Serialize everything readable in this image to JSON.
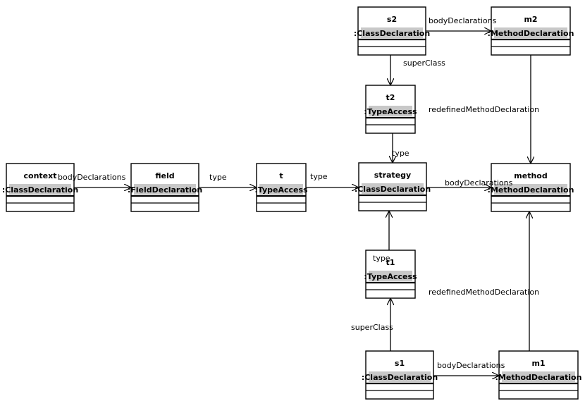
{
  "nodes": [
    {
      "id": "s2",
      "name": "s2",
      "type": ":ClassDeclaration"
    },
    {
      "id": "m2",
      "name": "m2",
      "type": ":MethodDeclaration"
    },
    {
      "id": "t2",
      "name": "t2",
      "type": ":TypeAccess"
    },
    {
      "id": "context",
      "name": "context",
      "type": ":ClassDeclaration"
    },
    {
      "id": "field",
      "name": "field",
      "type": ":FieldDeclaration"
    },
    {
      "id": "t",
      "name": "t",
      "type": ":TypeAccess"
    },
    {
      "id": "strategy",
      "name": "strategy",
      "type": ":ClassDeclaration"
    },
    {
      "id": "method",
      "name": "method",
      "type": ":MethodDeclaration"
    },
    {
      "id": "t1",
      "name": "t1",
      "type": ":TypeAccess"
    },
    {
      "id": "s1",
      "name": "s1",
      "type": ":ClassDeclaration"
    },
    {
      "id": "m1",
      "name": "m1",
      "type": ":MethodDeclaration"
    }
  ],
  "edges": [
    {
      "id": "s2-m2",
      "from": "s2",
      "to": "m2",
      "label": "bodyDeclarations"
    },
    {
      "id": "s2-t2",
      "from": "s2",
      "to": "t2",
      "label": "superClass"
    },
    {
      "id": "m2-method",
      "from": "m2",
      "to": "method",
      "label": "redefinedMethodDeclaration"
    },
    {
      "id": "t2-strategy",
      "from": "t2",
      "to": "strategy",
      "label": "type"
    },
    {
      "id": "context-field",
      "from": "context",
      "to": "field",
      "label": "bodyDeclarations"
    },
    {
      "id": "field-t",
      "from": "field",
      "to": "t",
      "label": "type"
    },
    {
      "id": "t-strategy",
      "from": "t",
      "to": "strategy",
      "label": "type"
    },
    {
      "id": "strategy-method",
      "from": "strategy",
      "to": "method",
      "label": "bodyDeclarations"
    },
    {
      "id": "t1-strategy",
      "from": "t1",
      "to": "strategy",
      "label": "type"
    },
    {
      "id": "s1-t1",
      "from": "s1",
      "to": "t1",
      "label": "superClass"
    },
    {
      "id": "m1-method",
      "from": "m1",
      "to": "method",
      "label": "redefinedMethodDeclaration"
    },
    {
      "id": "s1-m1",
      "from": "s1",
      "to": "m1",
      "label": "bodyDeclarations"
    }
  ]
}
